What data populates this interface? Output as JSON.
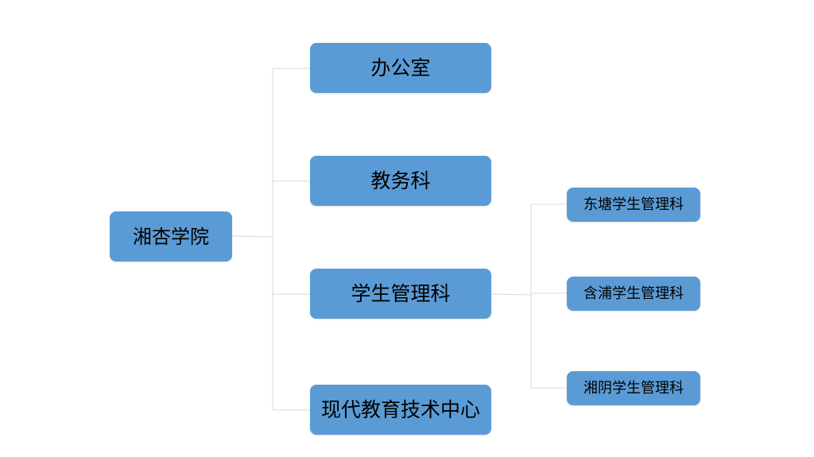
{
  "diagram": {
    "type": "org-chart",
    "colors": {
      "node_fill": "#5b9bd5",
      "connector": "#d9d9d9",
      "text": "#000000"
    },
    "root": {
      "label": "湘杏学院"
    },
    "departments": [
      {
        "label": "办公室"
      },
      {
        "label": "教务科"
      },
      {
        "label": "学生管理科"
      },
      {
        "label": "现代教育技术中心"
      }
    ],
    "student_affairs_children": [
      {
        "label": "东塘学生管理科"
      },
      {
        "label": "含浦学生管理科"
      },
      {
        "label": "湘阴学生管理科"
      }
    ]
  }
}
